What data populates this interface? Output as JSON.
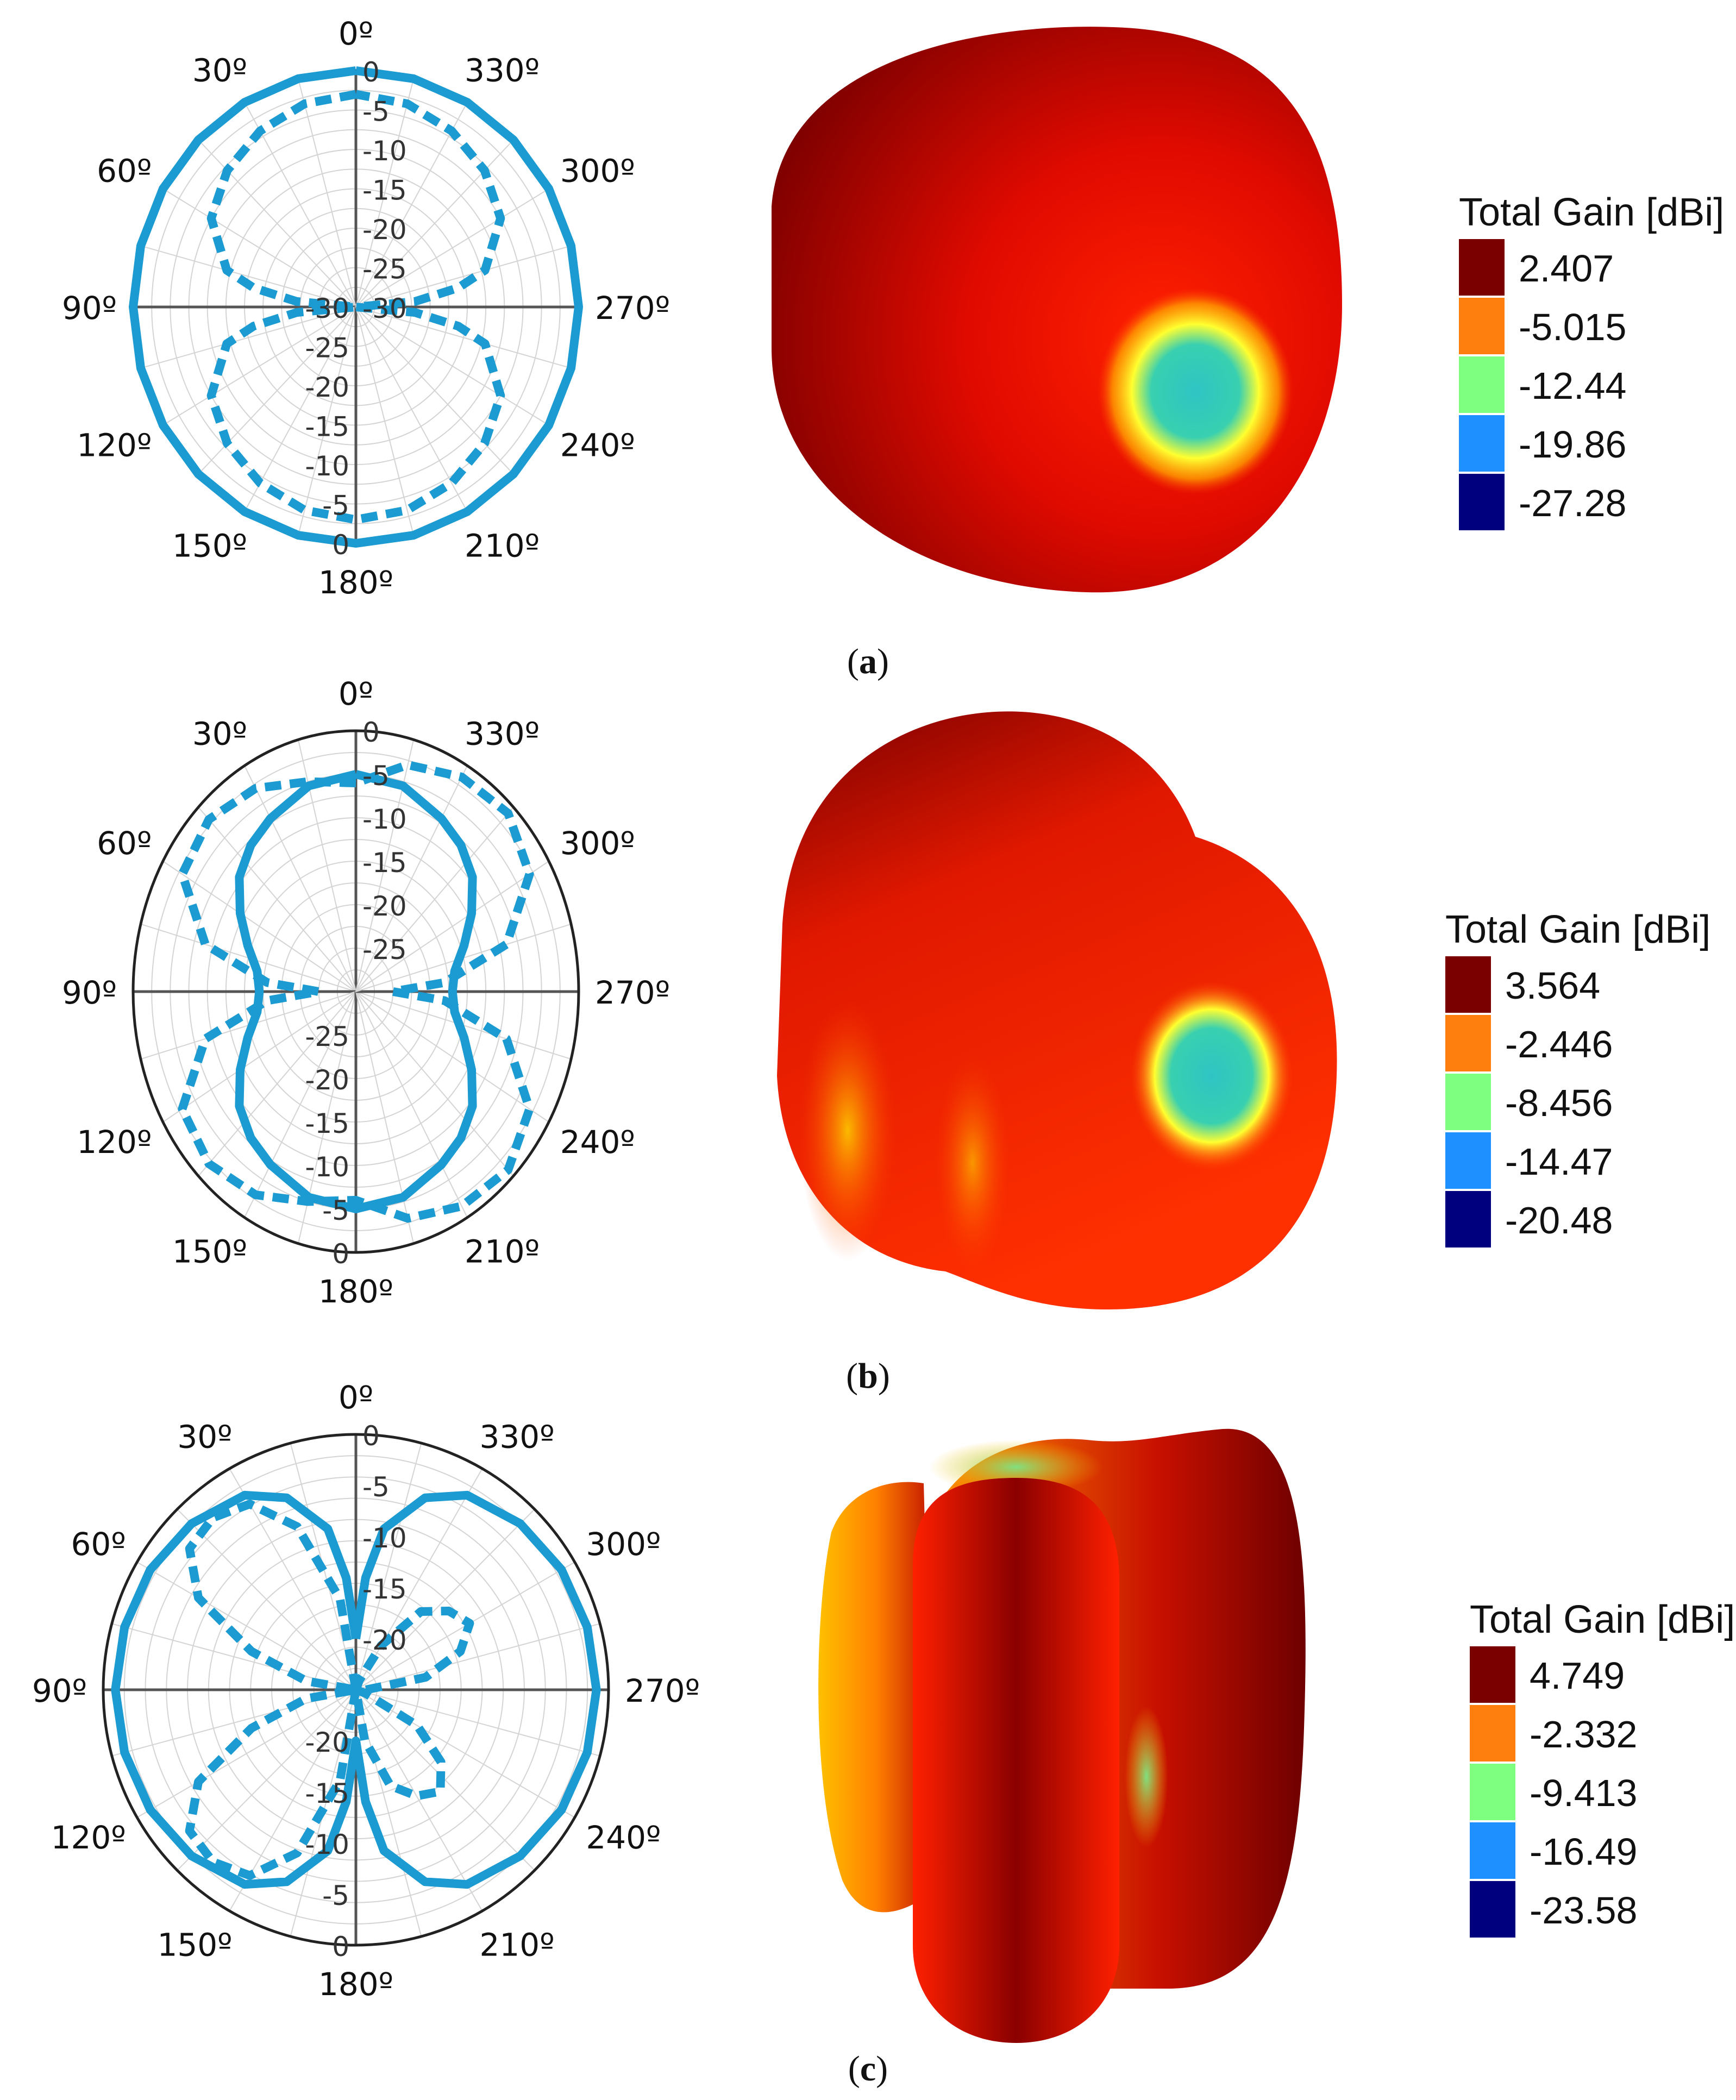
{
  "chart_data": [
    {
      "type": "polar",
      "panel": "a",
      "caption": "a",
      "angle_labels": [
        "0º",
        "30º",
        "60º",
        "90º",
        "120º",
        "150º",
        "180º",
        "210º",
        "240º",
        "270º",
        "300º",
        "330º"
      ],
      "radial_labels_top": [
        "0",
        "-5",
        "-10",
        "-15",
        "-20",
        "-25",
        "-30"
      ],
      "radial_labels_bottom": [
        "0",
        "-5",
        "-10",
        "-15",
        "-20",
        "-25",
        "-30"
      ],
      "rlim": [
        -30,
        0
      ],
      "series": [
        {
          "style": "solid",
          "theta": [
            0,
            15,
            30,
            45,
            60,
            75,
            90,
            105,
            120,
            135,
            150,
            165,
            180,
            195,
            210,
            225,
            240,
            255,
            270,
            285,
            300,
            315,
            330,
            345,
            360
          ],
          "r_db": [
            0,
            0,
            0,
            0,
            0,
            0,
            0,
            0,
            0,
            0,
            0,
            0,
            0,
            0,
            0,
            0,
            0,
            0,
            0,
            0,
            0,
            0,
            0,
            0,
            0
          ]
        },
        {
          "style": "dashed",
          "theta": [
            0,
            15,
            30,
            45,
            60,
            75,
            80,
            85,
            90,
            95,
            100,
            105,
            120,
            135,
            150,
            165,
            180,
            195,
            210,
            225,
            240,
            255,
            260,
            265,
            270,
            275,
            280,
            285,
            300,
            315,
            330,
            345,
            360
          ],
          "r_db": [
            -3,
            -3.3,
            -4.2,
            -5.5,
            -7.5,
            -12,
            -16,
            -22,
            -30,
            -22,
            -16,
            -12,
            -7.5,
            -5.5,
            -4.2,
            -3.3,
            -3,
            -3.3,
            -4.2,
            -5.5,
            -7.5,
            -12,
            -16,
            -22,
            -30,
            -22,
            -16,
            -12,
            -7.5,
            -5.5,
            -4.2,
            -3.3,
            -3
          ]
        }
      ],
      "legend": {
        "title": "Total Gain [dBi]",
        "values": [
          "2.407",
          "-5.015",
          "-12.44",
          "-19.86",
          "-27.28"
        ]
      }
    },
    {
      "type": "polar",
      "panel": "b",
      "caption": "b",
      "angle_labels": [
        "0º",
        "30º",
        "60º",
        "90º",
        "120º",
        "150º",
        "180º",
        "210º",
        "240º",
        "270º",
        "300º",
        "330º"
      ],
      "radial_labels_top": [
        "0",
        "-5",
        "-10",
        "-15",
        "-20",
        "-25"
      ],
      "radial_labels_bottom": [
        "0",
        "-5",
        "-10",
        "-15",
        "-20",
        "-25"
      ],
      "rlim": [
        -30,
        0
      ],
      "series": [
        {
          "style": "solid",
          "theta": [
            0,
            15,
            30,
            40,
            50,
            60,
            70,
            80,
            90,
            100,
            110,
            120,
            130,
            140,
            150,
            165,
            180,
            195,
            210,
            220,
            230,
            240,
            250,
            260,
            270,
            280,
            290,
            300,
            310,
            320,
            330,
            345,
            360
          ],
          "r_db": [
            -5,
            -5.5,
            -7,
            -8,
            -9.5,
            -12,
            -14.5,
            -16.5,
            -17,
            -16.5,
            -14.5,
            -12,
            -9.5,
            -8,
            -7,
            -5.5,
            -5,
            -5.5,
            -7,
            -8,
            -9.5,
            -12,
            -14.5,
            -16.5,
            -17,
            -16.5,
            -14.5,
            -12,
            -9.5,
            -8,
            -7,
            -5.5,
            -5
          ]
        },
        {
          "style": "dashed",
          "theta": [
            0,
            15,
            30,
            45,
            60,
            75,
            85,
            90,
            95,
            105,
            120,
            135,
            150,
            165,
            180,
            195,
            210,
            225,
            240,
            255,
            265,
            270,
            275,
            285,
            300,
            315,
            330,
            345,
            360
          ],
          "r_db": [
            -6,
            -5,
            -3,
            -2,
            -3,
            -9,
            -18,
            -25,
            -18,
            -9,
            -3,
            -2,
            -3,
            -5,
            -6,
            -3,
            -1.5,
            -1,
            -3,
            -9,
            -18,
            -25,
            -18,
            -9,
            -3,
            -1,
            -1.5,
            -3,
            -6
          ]
        }
      ],
      "legend": {
        "title": "Total Gain [dBi]",
        "values": [
          "3.564",
          "-2.446",
          "-8.456",
          "-14.47",
          "-20.48"
        ]
      }
    },
    {
      "type": "polar",
      "panel": "c",
      "caption": "c",
      "angle_labels": [
        "0º",
        "30º",
        "60º",
        "90º",
        "120º",
        "150º",
        "180º",
        "210º",
        "240º",
        "270º",
        "300º",
        "330º"
      ],
      "radial_labels_top": [
        "0",
        "-5",
        "-10",
        "-15",
        "-20"
      ],
      "radial_labels_bottom": [
        "0",
        "-5",
        "-10",
        "-15",
        "-20"
      ],
      "rlim": [
        -25,
        0
      ],
      "series": [
        {
          "style": "solid",
          "theta": [
            0,
            5,
            10,
            20,
            30,
            45,
            60,
            75,
            90,
            105,
            120,
            135,
            150,
            160,
            170,
            175,
            180,
            185,
            190,
            200,
            210,
            225,
            240,
            255,
            270,
            285,
            300,
            315,
            330,
            340,
            350,
            355,
            360
          ],
          "r_db": [
            -20,
            -14,
            -9,
            -5,
            -3,
            -2,
            -1.5,
            -1.3,
            -1.2,
            -1.3,
            -1.5,
            -2,
            -3,
            -5,
            -9,
            -14,
            -20,
            -14,
            -9,
            -5,
            -3,
            -2,
            -1.5,
            -1.3,
            -1.2,
            -1.3,
            -1.5,
            -2,
            -3,
            -5,
            -9,
            -14,
            -20
          ]
        },
        {
          "style": "dashed",
          "theta": [
            0,
            10,
            20,
            30,
            40,
            50,
            60,
            70,
            80,
            90,
            100,
            110,
            120,
            130,
            140,
            150,
            160,
            170,
            180,
            190,
            200,
            210,
            220,
            230,
            240,
            250,
            260,
            270,
            280,
            290,
            300,
            310,
            320,
            330,
            340,
            350,
            360
          ],
          "r_db": [
            -25,
            -16,
            -8,
            -4,
            -3,
            -3.5,
            -7,
            -14,
            -20,
            -25,
            -20,
            -14,
            -7,
            -3.5,
            -3,
            -4,
            -8,
            -16,
            -25,
            -20,
            -15,
            -13,
            -12,
            -14,
            -18,
            -24,
            -25,
            -24,
            -18,
            -14,
            -12,
            -13,
            -15,
            -20,
            -24,
            -25,
            -25
          ]
        }
      ],
      "legend": {
        "title": "Total Gain [dBi]",
        "values": [
          "4.749",
          "-2.332",
          "-9.413",
          "-16.49",
          "-23.58"
        ]
      }
    }
  ],
  "legend_colors": [
    "#7a0000",
    "#ff7f0e",
    "#7fff7f",
    "#1e90ff",
    "#00007f"
  ],
  "series_color": "#1b9bd1"
}
